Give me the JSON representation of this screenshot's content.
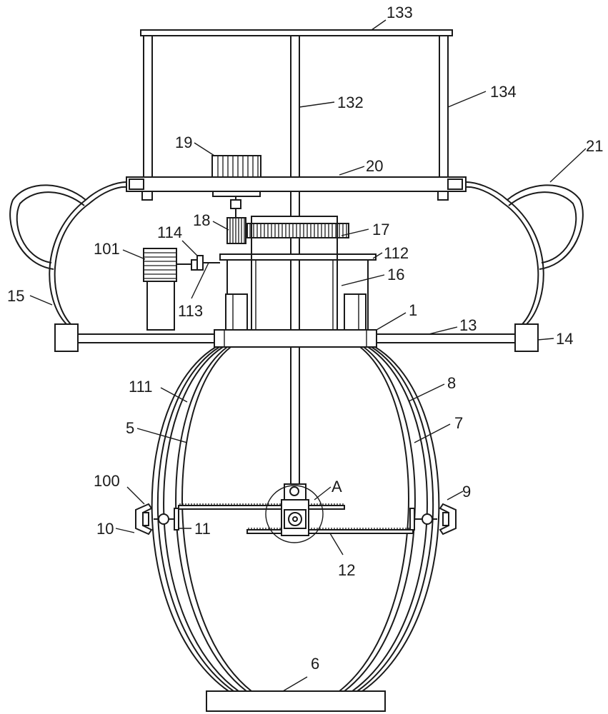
{
  "figure": {
    "callouts": [
      {
        "id": "c133",
        "text": "133"
      },
      {
        "id": "c134",
        "text": "134"
      },
      {
        "id": "c132",
        "text": "132"
      },
      {
        "id": "c19",
        "text": "19"
      },
      {
        "id": "c20",
        "text": "20"
      },
      {
        "id": "c21",
        "text": "21"
      },
      {
        "id": "c18",
        "text": "18"
      },
      {
        "id": "c17",
        "text": "17"
      },
      {
        "id": "c114",
        "text": "114"
      },
      {
        "id": "c101",
        "text": "101"
      },
      {
        "id": "c112",
        "text": "112"
      },
      {
        "id": "c16",
        "text": "16"
      },
      {
        "id": "c15",
        "text": "15"
      },
      {
        "id": "c113",
        "text": "113"
      },
      {
        "id": "c1",
        "text": "1"
      },
      {
        "id": "c13",
        "text": "13"
      },
      {
        "id": "c14",
        "text": "14"
      },
      {
        "id": "c111",
        "text": "111"
      },
      {
        "id": "c8",
        "text": "8"
      },
      {
        "id": "c5",
        "text": "5"
      },
      {
        "id": "c7",
        "text": "7"
      },
      {
        "id": "c100",
        "text": "100"
      },
      {
        "id": "cA",
        "text": "A"
      },
      {
        "id": "c9",
        "text": "9"
      },
      {
        "id": "c10",
        "text": "10"
      },
      {
        "id": "c11",
        "text": "11"
      },
      {
        "id": "c12",
        "text": "12"
      },
      {
        "id": "c6",
        "text": "6"
      }
    ]
  }
}
